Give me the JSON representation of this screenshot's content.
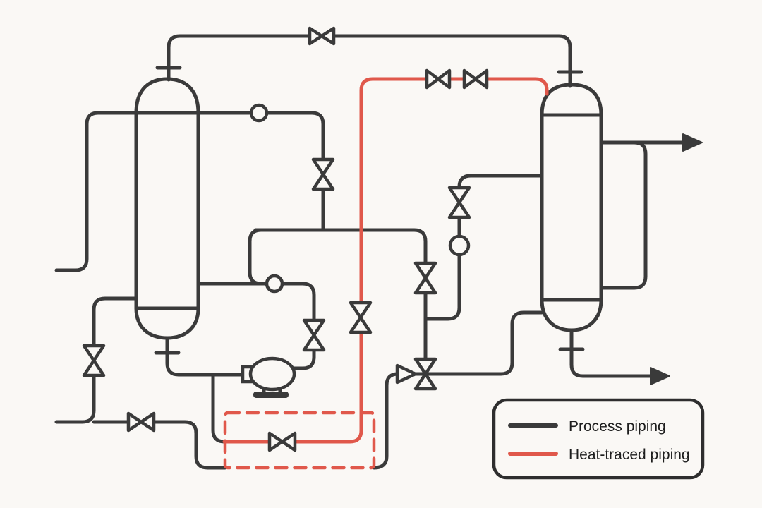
{
  "colors": {
    "process": "#3a3a3a",
    "heat": "#e0584b",
    "background": "#faf8f5",
    "text": "#1d1d1d"
  },
  "legend": {
    "items": [
      {
        "label": "Process piping",
        "color": "#3a3a3a"
      },
      {
        "label": "Heat-traced piping",
        "color": "#e0584b"
      }
    ]
  },
  "icons": {
    "valve": "hollow-bowtie",
    "check_valve": "hollow-right-triangle",
    "instrument": "circle-outline",
    "pump": "ellipse-with-base",
    "flow_arrow": "filled-right-triangle",
    "heat_trace_zone": "dashed-rectangle",
    "flange": "tick-mark"
  }
}
